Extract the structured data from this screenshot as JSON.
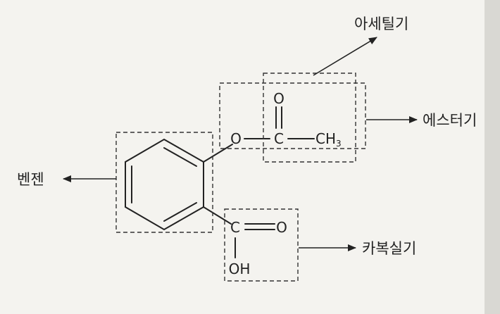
{
  "labels": {
    "acetyl": "아세틸기",
    "ester": "에스터기",
    "benzene": "벤젠",
    "carboxyl": "카복실기"
  },
  "atoms": {
    "ester_oxygen": "O",
    "acetyl_carbon": "C",
    "acetyl_carbonyl_oxygen": "O",
    "methyl": "CH",
    "methyl_subscript": "3",
    "carboxyl_carbon": "C",
    "carboxyl_carbonyl_oxygen": "O",
    "hydroxyl": "OH"
  },
  "colors": {
    "ink": "#222222",
    "paper": "#f4f3ef"
  }
}
